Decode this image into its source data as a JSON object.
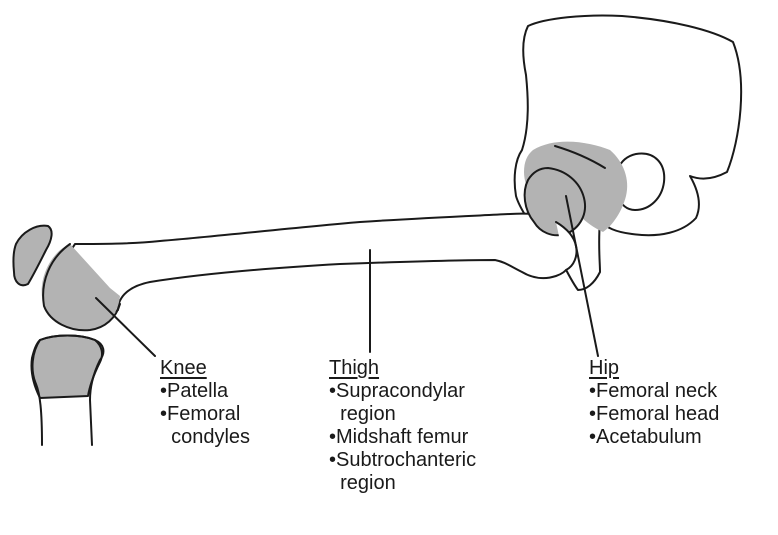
{
  "regions": {
    "knee": {
      "heading": "Knee",
      "items": [
        "•Patella",
        "•Femoral",
        "  condyles"
      ]
    },
    "thigh": {
      "heading": "Thigh",
      "items": [
        "•Supracondylar",
        "  region",
        "•Midshaft femur",
        "•Subtrochanteric",
        "  region"
      ]
    },
    "hip": {
      "heading": "Hip",
      "items": [
        "•Femoral neck",
        "•Femoral head",
        "•Acetabulum"
      ]
    }
  },
  "colors": {
    "outline": "#1a1a1a",
    "highlight": "#b3b3b3",
    "bone_fill": "#ffffff"
  }
}
